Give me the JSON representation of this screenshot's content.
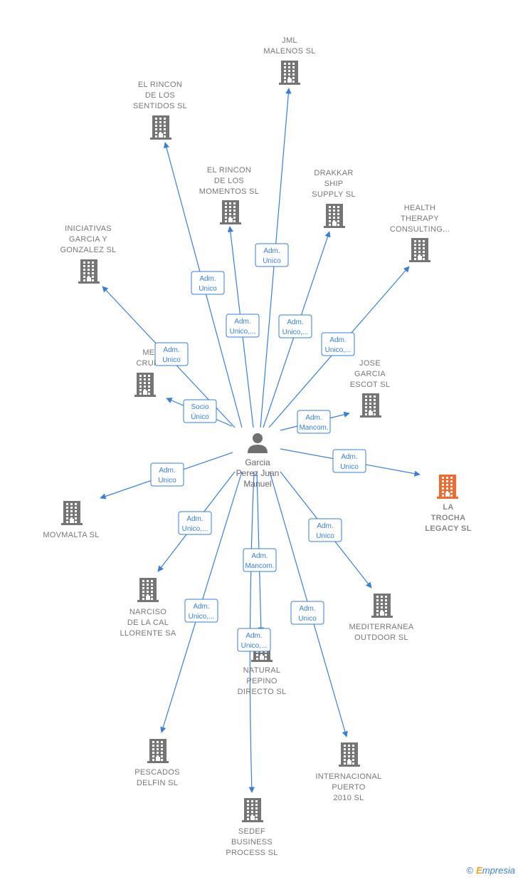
{
  "center": {
    "lines": [
      "Garcia",
      "Perez Juan",
      "Manuel"
    ]
  },
  "companies": [
    {
      "id": "jml",
      "lines": [
        "JML",
        "MALENOS  SL"
      ],
      "highlight": false
    },
    {
      "id": "rincon-sentidos",
      "lines": [
        "EL RINCON",
        "DE LOS",
        "SENTIDOS SL"
      ],
      "highlight": false
    },
    {
      "id": "rincon-momentos",
      "lines": [
        "EL RINCON",
        "DE LOS",
        "MOMENTOS SL"
      ],
      "highlight": false
    },
    {
      "id": "drakkar",
      "lines": [
        "DRAKKAR",
        "SHIP",
        "SUPPLY  SL"
      ],
      "highlight": false
    },
    {
      "id": "health",
      "lines": [
        "HEALTH",
        "THERAPY",
        "CONSULTING..."
      ],
      "highlight": false
    },
    {
      "id": "iniciativas",
      "lines": [
        "INICIATIVAS",
        "GARCIA Y",
        "GONZALEZ  SL"
      ],
      "highlight": false
    },
    {
      "id": "med",
      "lines": [
        "MED",
        "CRUISE"
      ],
      "highlight": false
    },
    {
      "id": "jose",
      "lines": [
        "JOSE",
        "GARCIA",
        "ESCOT  SL"
      ],
      "highlight": false
    },
    {
      "id": "trocha",
      "lines": [
        "LA",
        "TROCHA",
        "LEGACY  SL"
      ],
      "highlight": true
    },
    {
      "id": "movmalta",
      "lines": [
        "MOVMALTA  SL"
      ],
      "highlight": false
    },
    {
      "id": "narciso",
      "lines": [
        "NARCISO",
        "DE LA CAL",
        "LLORENTE SA"
      ],
      "highlight": false
    },
    {
      "id": "mediterranea",
      "lines": [
        "MEDITERRANEA",
        "OUTDOOR  SL"
      ],
      "highlight": false
    },
    {
      "id": "natural",
      "lines": [
        "NATURAL",
        "PEPINO",
        "DIRECTO SL"
      ],
      "highlight": false
    },
    {
      "id": "pescados",
      "lines": [
        "PESCADOS",
        "DELFIN  SL"
      ],
      "highlight": false
    },
    {
      "id": "internacional",
      "lines": [
        "INTERNACIONAL",
        "PUERTO",
        "2010 SL"
      ],
      "highlight": false
    },
    {
      "id": "sedef",
      "lines": [
        "SEDEF",
        "BUSINESS",
        "PROCESS  SL"
      ],
      "highlight": false
    }
  ],
  "edges": [
    {
      "to": "jml",
      "lines": [
        "Adm.",
        "Unico"
      ]
    },
    {
      "to": "rincon-sentidos",
      "lines": [
        "Adm.",
        "Unico"
      ]
    },
    {
      "to": "rincon-momentos",
      "lines": [
        "Adm.",
        "Unico,..."
      ]
    },
    {
      "to": "drakkar",
      "lines": [
        "Adm.",
        "Unico,..."
      ]
    },
    {
      "to": "health",
      "lines": [
        "Adm.",
        "Unico,..."
      ]
    },
    {
      "to": "iniciativas",
      "lines": [
        "Adm.",
        "Unico"
      ]
    },
    {
      "to": "med",
      "lines": [
        "Socio",
        "Único"
      ]
    },
    {
      "to": "jose",
      "lines": [
        "Adm.",
        "Mancom."
      ]
    },
    {
      "to": "trocha",
      "lines": [
        "Adm.",
        "Unico"
      ]
    },
    {
      "to": "movmalta",
      "lines": [
        "Adm.",
        "Unico"
      ]
    },
    {
      "to": "narciso",
      "lines": [
        "Adm.",
        "Unico,..."
      ]
    },
    {
      "to": "mediterranea",
      "lines": [
        "Adm.",
        "Unico"
      ]
    },
    {
      "to": "natural",
      "lines": [
        "Adm.",
        "Mancom."
      ]
    },
    {
      "to": "pescados",
      "lines": [
        "Adm.",
        "Unico,..."
      ]
    },
    {
      "to": "internacional",
      "lines": [
        "Adm.",
        "Unico"
      ]
    },
    {
      "to": "sedef",
      "lines": [
        "Adm.",
        "Unico,..."
      ]
    }
  ],
  "colors": {
    "edge": "#3a7fd5",
    "building": "#757575",
    "building_highlight": "#f26a2e",
    "person": "#6f6f6f"
  },
  "footer": {
    "copyright": "©",
    "brand_initial": "E",
    "brand_rest": "mpresia"
  }
}
